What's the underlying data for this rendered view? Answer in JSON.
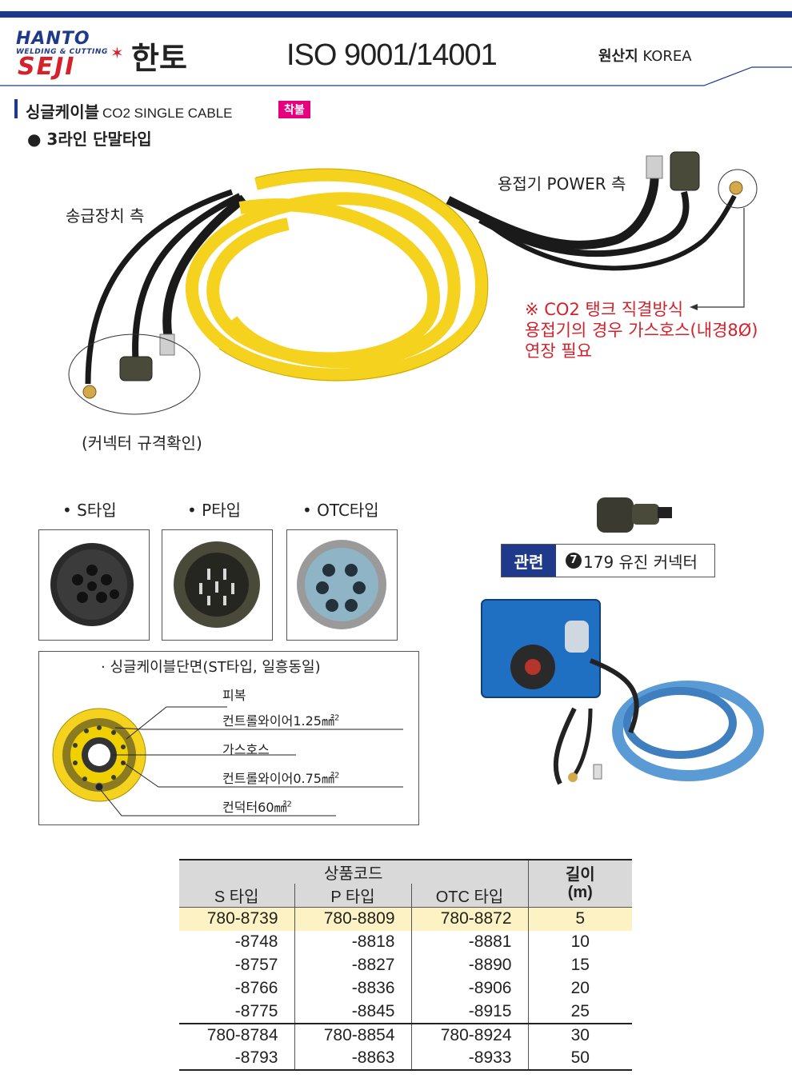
{
  "header": {
    "logo_top": "HANTO",
    "logo_mid": "WELDING & CUTTING",
    "logo_bottom": "SEJI",
    "brand_ko": "한토",
    "iso": "ISO 9001/14001",
    "origin_label": "원산지",
    "origin_value": "KOREA"
  },
  "product": {
    "title_ko": "싱글케이블",
    "title_en": "CO2 SINGLE CABLE",
    "badge": "착불",
    "subtitle": "● 3라인 단말타입"
  },
  "illustration": {
    "feeder_side": "송급장치 측",
    "power_side": "용접기 POWER 측",
    "connector_check": "(커넥터 규격확인)",
    "note_line1": "※ CO2 탱크 직결방식",
    "note_line2": "용접기의 경우 가스호스(내경8Ø)",
    "note_line3": "연장 필요"
  },
  "types": [
    {
      "label": "• S타입"
    },
    {
      "label": "• P타입"
    },
    {
      "label": "• OTC타입"
    }
  ],
  "related": {
    "label": "관련",
    "num": "7",
    "text": "179 유진 커넥터"
  },
  "cross_section": {
    "title": "· 싱글케이블단면(ST타입, 일흥동일)",
    "layers": [
      {
        "text": "피복",
        "sup": ""
      },
      {
        "text": "컨트롤와이어1.25㎟",
        "sup": "2"
      },
      {
        "text": "가스호스",
        "sup": ""
      },
      {
        "text": "컨트롤와이어0.75㎟",
        "sup": "2"
      },
      {
        "text": "컨덕터60㎟",
        "sup": "2"
      }
    ]
  },
  "table": {
    "group_header": "상품코드",
    "col_s": "S 타입",
    "col_p": "P 타입",
    "col_otc": "OTC 타입",
    "len_line1": "길이",
    "len_line2": "(m)",
    "rows": [
      {
        "s": "780-8739",
        "p": "780-8809",
        "otc": "780-8872",
        "len": "5"
      },
      {
        "s": "-8748",
        "p": "-8818",
        "otc": "-8881",
        "len": "10"
      },
      {
        "s": "-8757",
        "p": "-8827",
        "otc": "-8890",
        "len": "15"
      },
      {
        "s": "-8766",
        "p": "-8836",
        "otc": "-8906",
        "len": "20"
      },
      {
        "s": "-8775",
        "p": "-8845",
        "otc": "-8915",
        "len": "25"
      },
      {
        "s": "780-8784",
        "p": "780-8854",
        "otc": "780-8924",
        "len": "30"
      },
      {
        "s": "-8793",
        "p": "-8863",
        "otc": "-8933",
        "len": "50"
      }
    ]
  },
  "colors": {
    "brand_blue": "#1f3a8a",
    "brand_red": "#d6202a",
    "cable_yellow": "#f5d21e",
    "badge_pink": "#e6007e",
    "note_red": "#d6202a"
  }
}
